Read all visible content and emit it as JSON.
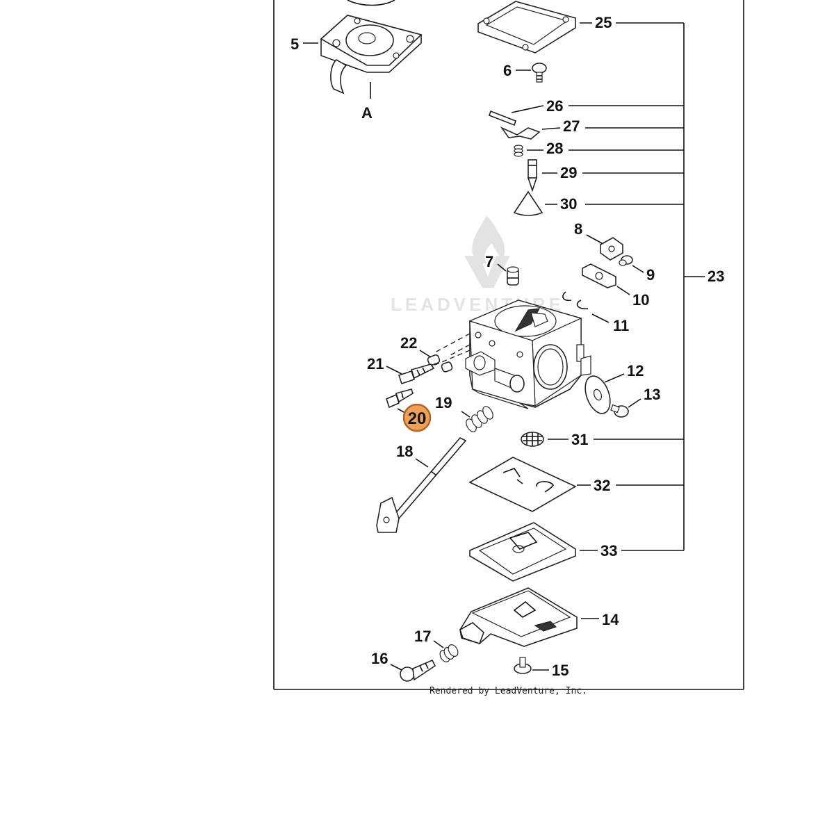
{
  "diagram": {
    "credit": "Rendered by LeadVenture, Inc.",
    "watermark": "LEADVENTURE",
    "group_label": "23",
    "callout_letter": "A",
    "highlight": {
      "label": "20",
      "color": "#efa15a"
    },
    "labels": {
      "p5": "5",
      "p6": "6",
      "p7": "7",
      "p8": "8",
      "p9": "9",
      "p10": "10",
      "p11": "11",
      "p12": "12",
      "p13": "13",
      "p14": "14",
      "p15": "15",
      "p16": "16",
      "p17": "17",
      "p18": "18",
      "p19": "19",
      "p21": "21",
      "p22": "22",
      "p25": "25",
      "p26": "26",
      "p27": "27",
      "p28": "28",
      "p29": "29",
      "p30": "30",
      "p31": "31",
      "p32": "32",
      "p33": "33"
    }
  }
}
